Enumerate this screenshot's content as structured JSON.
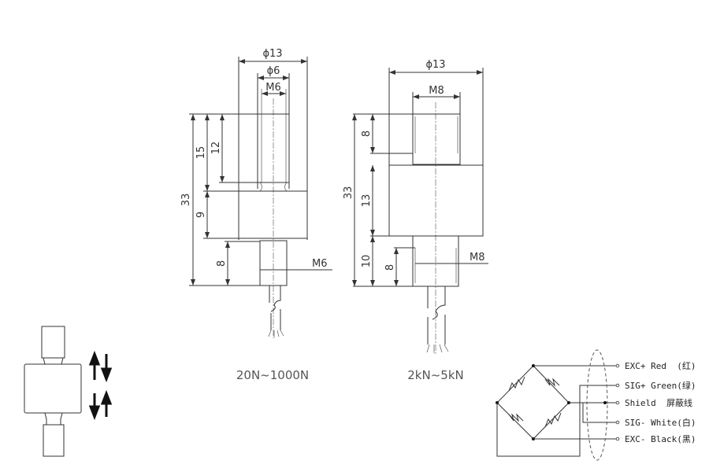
{
  "small_model": {
    "caption": "20N~1000N",
    "dims": {
      "outer_dia": "ϕ13",
      "inner_dia": "ϕ6",
      "top_thread": "M6",
      "total": "33",
      "upper": "15",
      "thread_depth": "12",
      "body": "9",
      "bottom_thread_len": "8",
      "bottom_thread": "M6"
    }
  },
  "large_model": {
    "caption": "2kN~5kN",
    "dims": {
      "outer_dia": "ϕ13",
      "top_thread": "M8",
      "total": "33",
      "top_len": "8",
      "body": "13",
      "bottom_len": "10",
      "bottom_thread_len": "8",
      "bottom_thread": "M8"
    }
  },
  "wiring": {
    "rows": [
      "EXC+ Red  (红)",
      "SIG+ Green(绿)",
      "Shield  屏蔽线",
      "SIG- White(白)",
      "EXC- Black(黑)"
    ]
  },
  "icons": {
    "load_direction": "tension-compression-arrows-icon"
  }
}
